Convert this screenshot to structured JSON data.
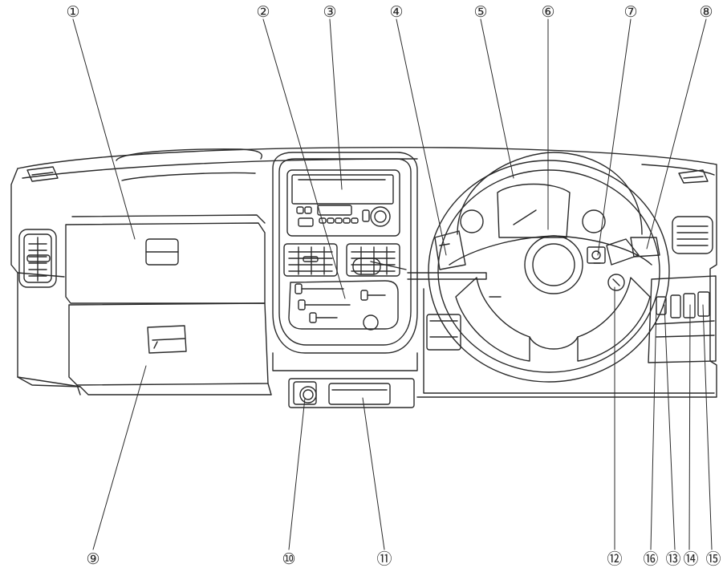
{
  "callouts": {
    "c1": "①",
    "c2": "②",
    "c3": "③",
    "c4": "④",
    "c5": "⑤",
    "c6": "⑥",
    "c7": "⑦",
    "c8": "⑧",
    "c9": "⑨",
    "c10": "⑩",
    "c11": "⑪",
    "c12": "⑫",
    "c13": "⑬",
    "c14": "⑭",
    "c15": "⑮",
    "c16": "⑯"
  },
  "colors": {
    "line": "#2a2a2a",
    "background": "#ffffff"
  }
}
